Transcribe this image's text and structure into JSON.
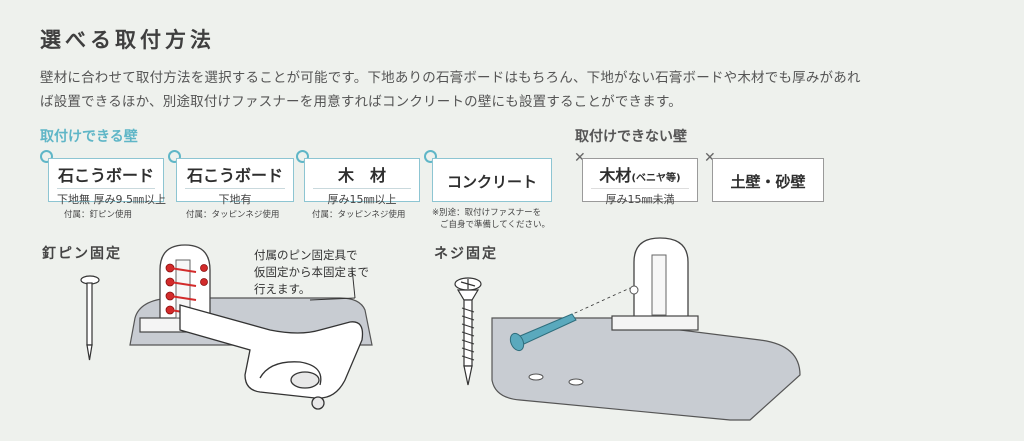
{
  "title": "選べる取付方法",
  "intro": [
    "壁材に合わせて取付方法を選択することが可能です。下地ありの石膏ボードはもちろん、下地がない石膏ボードや木材でも厚みがあれ",
    "ば設置できるほか、別途取付けファスナーを用意すればコンクリートの壁にも設置することができます。"
  ],
  "mountable": {
    "caption": "取付けできる壁",
    "cards": [
      {
        "main": "石こうボード",
        "sub": "下地無 厚み9.5㎜以上",
        "note": "付属：釘ピン使用"
      },
      {
        "main": "石こうボード",
        "sub": "下地有",
        "note": "付属：タッピンネジ使用"
      },
      {
        "main": "木　材",
        "sub": "厚み15㎜以上",
        "note": "付属：タッピンネジ使用"
      },
      {
        "main": "コンクリート",
        "sub": "",
        "note": "※別途：取付けファスナーを",
        "note2": "ご自身で準備してください。"
      }
    ]
  },
  "not_mountable": {
    "caption": "取付けできない壁",
    "cards": [
      {
        "main": "木材",
        "main_small": "(ベニヤ等)",
        "sub": "厚み15㎜未満"
      },
      {
        "main": "土壁・砂壁"
      }
    ]
  },
  "pin_section": {
    "label": "釘ピン固定",
    "callout": [
      "付属のピン固定具で",
      "仮固定から本固定まで",
      "行えます。"
    ]
  },
  "screw_section": {
    "label": "ネジ固定"
  },
  "colors": {
    "accent": "#5fb6c7",
    "card_border": "#8dc5d2",
    "background": "#eef1ed",
    "pin_red": "#d22b2b",
    "screw_blue": "#5aa9bd"
  }
}
